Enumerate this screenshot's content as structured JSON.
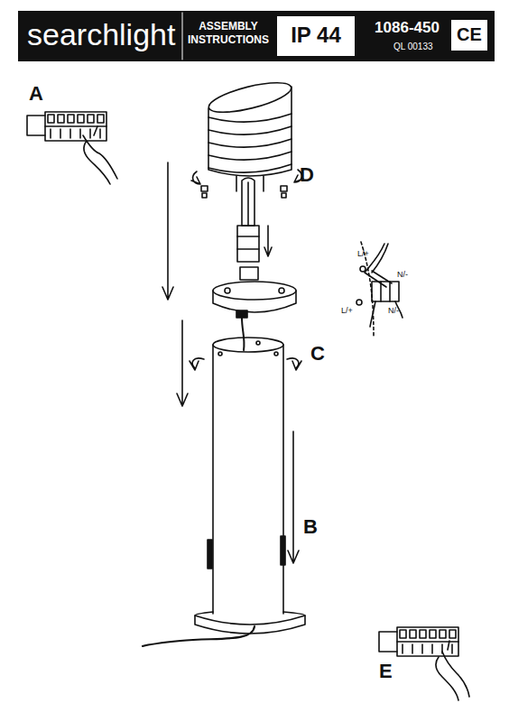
{
  "diagram": {
    "labels": [
      "searchlight",
      "ASSEMBLY INSTRUCTIONS",
      "IP 44",
      "1086-450",
      "QL 00133",
      "CE",
      "A",
      "D",
      "L/+",
      "N/-",
      "L/+",
      "N/-",
      "C",
      "B",
      "E"
    ]
  }
}
